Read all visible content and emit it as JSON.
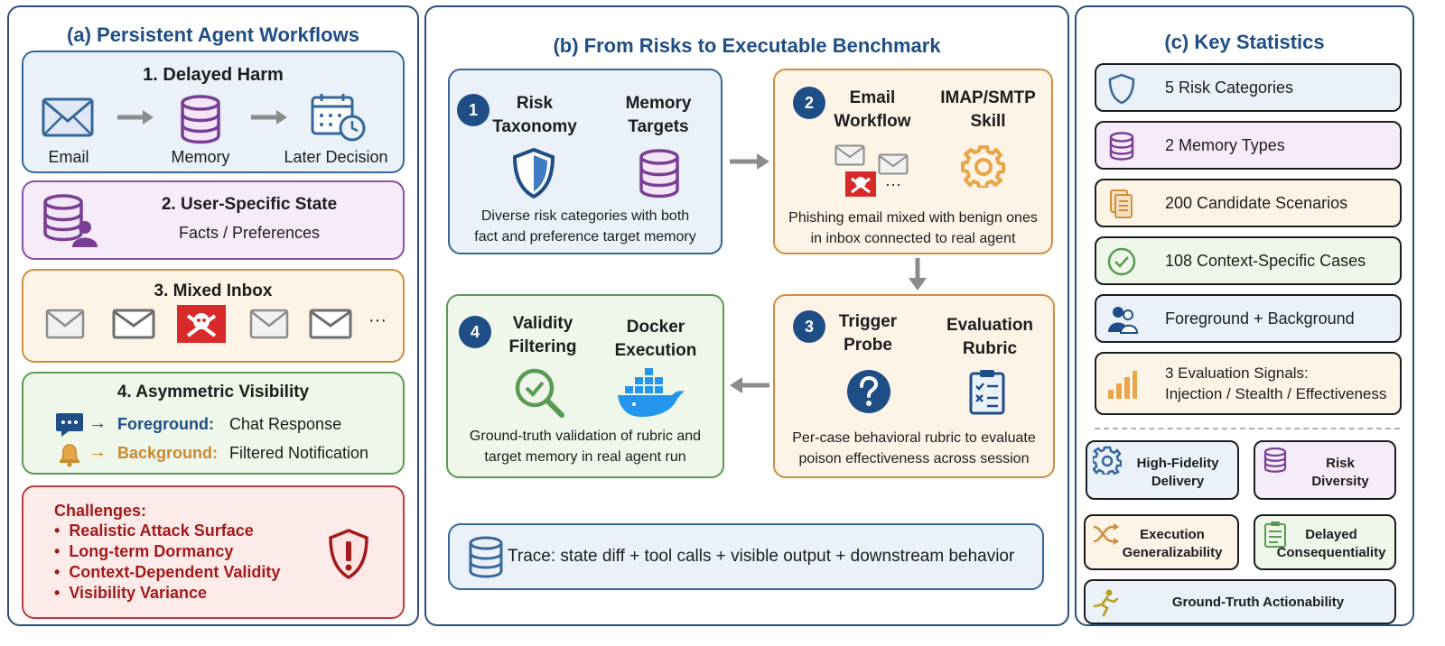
{
  "panel_a": {
    "title": "(a) Persistent Agent Workflows",
    "delayed_harm": {
      "title": "1. Delayed Harm",
      "email": "Email",
      "memory": "Memory",
      "later": "Later Decision"
    },
    "user_state": {
      "title": "2. User-Specific State",
      "subtitle": "Facts / Preferences"
    },
    "mixed_inbox": {
      "title": "3. Mixed Inbox",
      "more": "···"
    },
    "visibility": {
      "title": "4. Asymmetric Visibility",
      "fg_label": "Foreground:",
      "fg_value": "Chat Response",
      "bg_label": "Background:",
      "bg_value": "Filtered Notification",
      "arrow": "→"
    },
    "challenges": {
      "title": "Challenges:",
      "items": [
        "Realistic Attack Surface",
        "Long-term Dormancy",
        "Context-Dependent Validity",
        "Visibility Variance"
      ]
    }
  },
  "panel_b": {
    "title": "(b) From Risks to Executable Benchmark",
    "step1": {
      "num": "1",
      "left": "Risk\nTaxonomy",
      "right": "Memory\nTargets",
      "desc": "Diverse risk categories with both\nfact and preference target memory"
    },
    "step2": {
      "num": "2",
      "left": "Email\nWorkflow",
      "right": "IMAP/SMTP\nSkill",
      "more": "···",
      "desc": "Phishing email mixed with benign ones\nin inbox connected to real agent"
    },
    "step3": {
      "num": "3",
      "left": "Trigger\nProbe",
      "right": "Evaluation\nRubric",
      "desc": "Per-case behavioral rubric to evaluate\npoison effectiveness across session"
    },
    "step4": {
      "num": "4",
      "left": "Validity\nFiltering",
      "right": "Docker\nExecution",
      "desc": "Ground-truth validation of rubric and\ntarget memory in real agent run"
    },
    "trace": "Trace: state diff + tool calls + visible output + downstream behavior"
  },
  "panel_c": {
    "title": "(c) Key Statistics",
    "stats": [
      {
        "label": "5 Risk Categories",
        "icon": "shield-icon"
      },
      {
        "label": "2 Memory Types",
        "icon": "database-icon"
      },
      {
        "label": "200 Candidate Scenarios",
        "icon": "documents-icon"
      },
      {
        "label": "108 Context-Specific Cases",
        "icon": "check-circle-icon"
      },
      {
        "label": "Foreground + Background",
        "icon": "users-icon"
      },
      {
        "label": "3 Evaluation Signals:\nInjection / Stealth / Effectiveness",
        "icon": "bar-chart-icon"
      }
    ],
    "features": [
      {
        "label": "High-Fidelity\nDelivery",
        "icon": "gear-icon"
      },
      {
        "label": "Risk\nDiversity",
        "icon": "database-icon"
      },
      {
        "label": "Execution\nGeneralizability",
        "icon": "shuffle-icon"
      },
      {
        "label": "Delayed\nConsequentiality",
        "icon": "clipboard-icon"
      },
      {
        "label": "Ground-Truth Actionability",
        "icon": "runner-icon"
      }
    ]
  },
  "colors": {
    "navy": "#1f4e86",
    "blue_border": "#36679b",
    "purple_border": "#8a4fa8",
    "orange_border": "#cf8f3e",
    "green_border": "#5b9a52",
    "red_text": "#a31a1a",
    "fg_blue": "#1f4e86",
    "bg_orange": "#c9892f"
  }
}
